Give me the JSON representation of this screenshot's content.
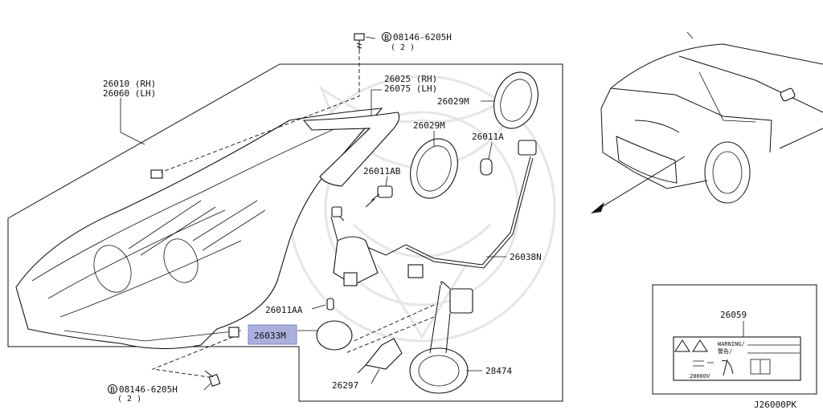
{
  "diagram": {
    "callouts": {
      "bolt_top": {
        "code": "08146-6205H",
        "qty": "( 2 )",
        "circle": "B"
      },
      "bolt_bottom": {
        "code": "08146-6205H",
        "qty": "( 2 )",
        "circle": "B"
      },
      "housing_rh": "26010 (RH)",
      "housing_lh": "26060 (LH)",
      "lens_rh": "26025 (RH)",
      "lens_lh": "26075 (LH)",
      "cap_upper": "26029M",
      "cap_mid": "26029M",
      "bulb_a": "26011A",
      "bulb_ab": "26011AB",
      "harness": "26038N",
      "bulb_aa": "26011AA",
      "seal_ring": "26033M",
      "hid_bulb": "26297",
      "ballast": "28474",
      "label_part": "26059"
    },
    "warning_label": {
      "warning_text": "WARNING/",
      "warning_jp": "警告/",
      "voltage": "20000V"
    },
    "figure_code": "J26000PK"
  },
  "colors": {
    "line": "#111111",
    "highlight_fill": "#aab0dc",
    "watermark": "#e6e6e6",
    "background": "#ffffff"
  }
}
